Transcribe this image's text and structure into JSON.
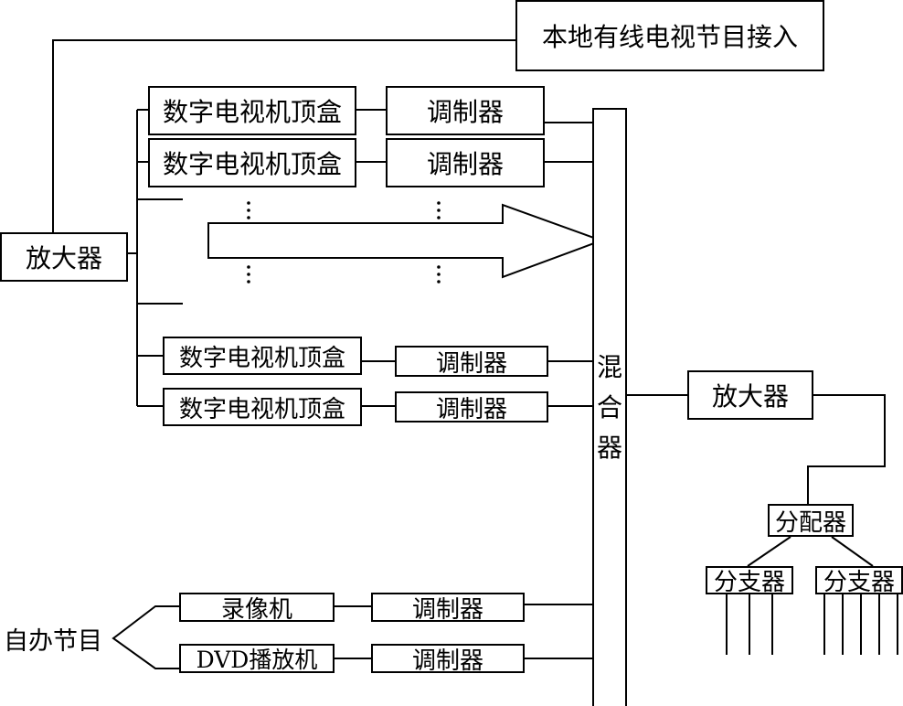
{
  "nodes": {
    "local_cable_input": "本地有线电视节目接入",
    "amplifier_in": "放大器",
    "stb": "数字电视机顶盒",
    "modulator": "调制器",
    "mixer": [
      "混",
      "合",
      "器"
    ],
    "amplifier_out": "放大器",
    "splitter": "分配器",
    "tap": "分支器",
    "self_programs": "自办节目",
    "vcr": "录像机",
    "dvd_player": "DVD播放机"
  }
}
